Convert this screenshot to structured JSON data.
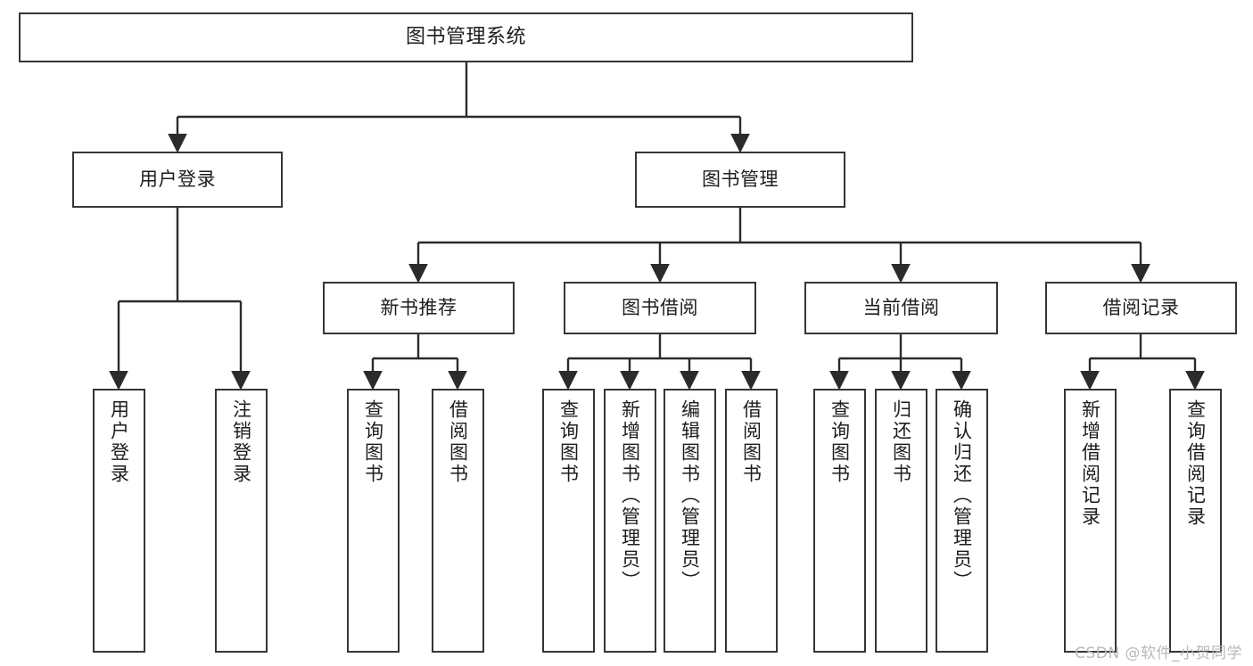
{
  "diagram": {
    "type": "tree-hierarchy",
    "title": "图书管理系统",
    "orientation": "top-down",
    "style": {
      "box_border_color": "#33363b",
      "box_fill_color": "#ffffff",
      "line_color": "#2b2b2b",
      "text_color": "#1d1d1d",
      "background": "#ffffff"
    }
  },
  "nodes": {
    "root": {
      "label": "图书管理系统",
      "level": 0
    },
    "l1": [
      {
        "id": "user_login",
        "label": "用户登录",
        "level": 1
      },
      {
        "id": "book_manage",
        "label": "图书管理",
        "level": 1
      }
    ],
    "l2": [
      {
        "id": "new_book_rec",
        "label": "新书推荐",
        "level": 2,
        "parent": "book_manage"
      },
      {
        "id": "book_borrow",
        "label": "图书借阅",
        "level": 2,
        "parent": "book_manage"
      },
      {
        "id": "current_borrow",
        "label": "当前借阅",
        "level": 2,
        "parent": "book_manage"
      },
      {
        "id": "borrow_record",
        "label": "借阅记录",
        "level": 2,
        "parent": "book_manage"
      }
    ],
    "leaves": [
      {
        "id": "leaf_1",
        "label": "用户登录",
        "parent": "user_login"
      },
      {
        "id": "leaf_2",
        "label": "注销登录",
        "parent": "user_login"
      },
      {
        "id": "leaf_3",
        "label": "查询图书",
        "parent": "new_book_rec"
      },
      {
        "id": "leaf_4",
        "label": "借阅图书",
        "parent": "new_book_rec"
      },
      {
        "id": "leaf_5",
        "label": "查询图书",
        "parent": "book_borrow"
      },
      {
        "id": "leaf_6",
        "label": "新增图书（管理员）",
        "parent": "book_borrow"
      },
      {
        "id": "leaf_7",
        "label": "编辑图书（管理员）",
        "parent": "book_borrow"
      },
      {
        "id": "leaf_8",
        "label": "借阅图书",
        "parent": "book_borrow"
      },
      {
        "id": "leaf_9",
        "label": "查询图书",
        "parent": "current_borrow"
      },
      {
        "id": "leaf_10",
        "label": "归还图书",
        "parent": "current_borrow"
      },
      {
        "id": "leaf_11",
        "label": "确认归还（管理员）",
        "parent": "current_borrow"
      },
      {
        "id": "leaf_12",
        "label": "新增借阅记录",
        "parent": "borrow_record"
      },
      {
        "id": "leaf_13",
        "label": "查询借阅记录",
        "parent": "borrow_record"
      }
    ]
  },
  "watermark": {
    "text": "CSDN @软件_小贺同学"
  }
}
